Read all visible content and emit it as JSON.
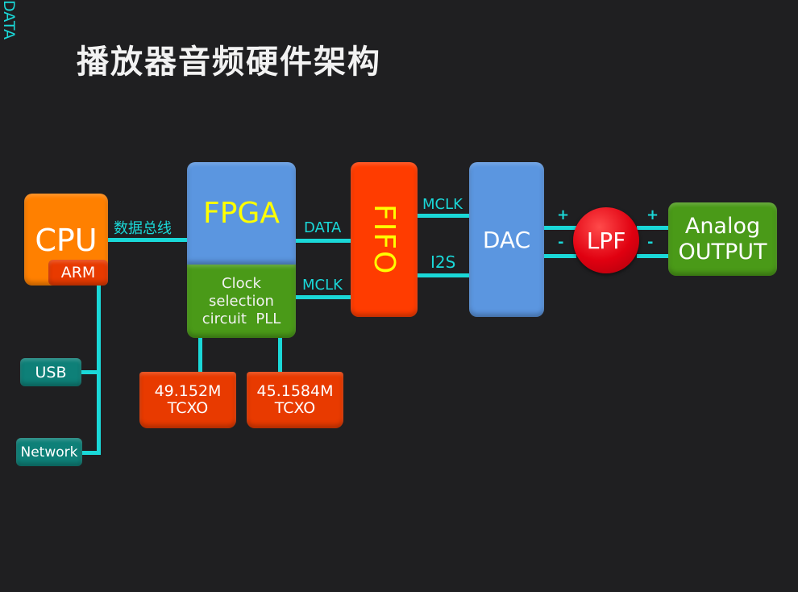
{
  "title": "播放器音频硬件架构",
  "colors": {
    "background": "#1f1f21",
    "connector": "#1ad8d8",
    "cpu": "#ff8000",
    "red_block": "#e83a00",
    "blue_block": "#5b96e0",
    "green_block": "#4a9a18",
    "teal_block": "#0e8078",
    "fpga_text": "#ffff00"
  },
  "blocks": {
    "cpu": {
      "label": "CPU",
      "sub_label": "ARM"
    },
    "fpga": {
      "label": "FPGA",
      "pll_lines": [
        "Clock",
        "selection",
        "circuit  PLL"
      ]
    },
    "fifo": {
      "label": "FIFO"
    },
    "dac": {
      "label": "DAC"
    },
    "lpf": {
      "label": "LPF"
    },
    "analog_output": {
      "lines": [
        "Analog",
        "OUTPUT"
      ]
    },
    "usb": {
      "label": "USB"
    },
    "network": {
      "label": "Network"
    },
    "tcxo1": {
      "lines": [
        "49.152M",
        "TCXO"
      ]
    },
    "tcxo2": {
      "lines": [
        "45.1584M",
        "TCXO"
      ]
    }
  },
  "connections": {
    "cpu_fpga": "数据总线",
    "fpga_fifo_data": "DATA",
    "fpga_fifo_mclk": "MCLK",
    "fifo_dac_mclk": "MCLK",
    "fifo_dac_i2s": "I2S",
    "io_bus": "DATA",
    "plus": "+",
    "minus": "-"
  }
}
